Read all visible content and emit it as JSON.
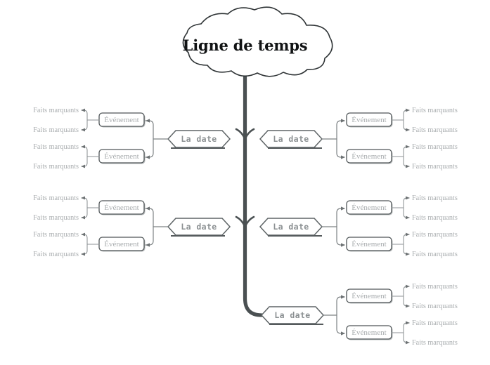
{
  "diagram": {
    "type": "mind-map",
    "language": "fr",
    "root": {
      "label": "Ligne de temps",
      "shape": "cloud"
    },
    "node_labels": {
      "date": "La date",
      "event": "Événement",
      "fact": "Faits marquants"
    },
    "colors": {
      "background": "#ffffff",
      "trunk": "#4a5052",
      "cloud_outline": "#2f3436",
      "title_text": "#111314",
      "date_text": "#8b9092",
      "event_text": "#a9adaf",
      "fact_text": "#a9adaf",
      "connector": "#7d8284"
    },
    "branches": [
      {
        "id": "branch-left-1",
        "side": "left",
        "date_label": "La date",
        "events": [
          {
            "label": "Événement",
            "facts": [
              "Faits marquants",
              "Faits marquants"
            ]
          },
          {
            "label": "Événement",
            "facts": [
              "Faits marquants",
              "Faits marquants"
            ]
          }
        ]
      },
      {
        "id": "branch-right-1",
        "side": "right",
        "date_label": "La date",
        "events": [
          {
            "label": "Événement",
            "facts": [
              "Faits marquants",
              "Faits marquants"
            ]
          },
          {
            "label": "Événement",
            "facts": [
              "Faits marquants",
              "Faits marquants"
            ]
          }
        ]
      },
      {
        "id": "branch-left-2",
        "side": "left",
        "date_label": "La date",
        "events": [
          {
            "label": "Événement",
            "facts": [
              "Faits marquants",
              "Faits marquants"
            ]
          },
          {
            "label": "Événement",
            "facts": [
              "Faits marquants",
              "Faits marquants"
            ]
          }
        ]
      },
      {
        "id": "branch-right-2",
        "side": "right",
        "date_label": "La date",
        "events": [
          {
            "label": "Événement",
            "facts": [
              "Faits marquants",
              "Faits marquants"
            ]
          },
          {
            "label": "Événement",
            "facts": [
              "Faits marquants",
              "Faits marquants"
            ]
          }
        ]
      },
      {
        "id": "branch-right-3",
        "side": "right",
        "date_label": "La date",
        "events": [
          {
            "label": "Événement",
            "facts": [
              "Faits marquants",
              "Faits marquants"
            ]
          },
          {
            "label": "Événement",
            "facts": [
              "Faits marquants",
              "Faits marquants"
            ]
          }
        ]
      }
    ]
  }
}
